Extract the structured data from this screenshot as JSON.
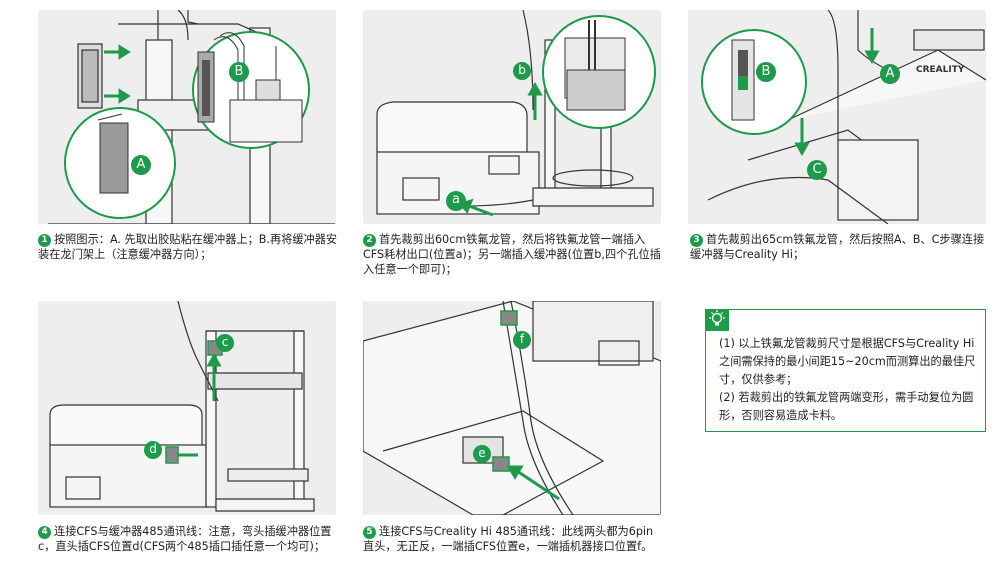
{
  "colors": {
    "accent": "#1d9a4a",
    "panel_bg": "#eeeeee",
    "line": "#333333"
  },
  "steps": [
    {
      "num": "1",
      "text": "按照图示：A. 先取出胶贴粘在缓冲器上；B.再将缓冲器安装在龙门架上（注意缓冲器方向）；",
      "labels": [
        "A",
        "B"
      ]
    },
    {
      "num": "2",
      "text": "首先裁剪出60cm铁氟龙管，然后将铁氟龙管一端插入CFS耗材出口(位置a)；另一端插入缓冲器(位置b,四个孔位插入任意一个即可)；",
      "labels": [
        "a",
        "b"
      ]
    },
    {
      "num": "3",
      "text": "首先裁剪出65cm铁氟龙管，然后按照A、B、C步骤连接缓冲器与Creality Hi；",
      "labels": [
        "A",
        "B",
        "C"
      ],
      "brand": "CREALITY"
    },
    {
      "num": "4",
      "text": "连接CFS与缓冲器485通讯线：注意，弯头插缓冲器位置c，直头插CFS位置d(CFS两个485插口插任意一个均可)；",
      "labels": [
        "c",
        "d"
      ]
    },
    {
      "num": "5",
      "text": "连接CFS与Creality Hi 485通讯线：此线两头都为6pin直头，无正反，一端插CFS位置e，一端插机器接口位置f。",
      "labels": [
        "e",
        "f"
      ]
    }
  ],
  "tip": {
    "icon": "lightbulb-icon",
    "lines": [
      "(1) 以上铁氟龙管裁剪尺寸是根据CFS与Creality Hi之间需保持的最小间距15~20cm而测算出的最佳尺寸，仅供参考；",
      "(2) 若裁剪出的铁氟龙管两端变形，需手动复位为圆形，否则容易造成卡料。"
    ]
  }
}
